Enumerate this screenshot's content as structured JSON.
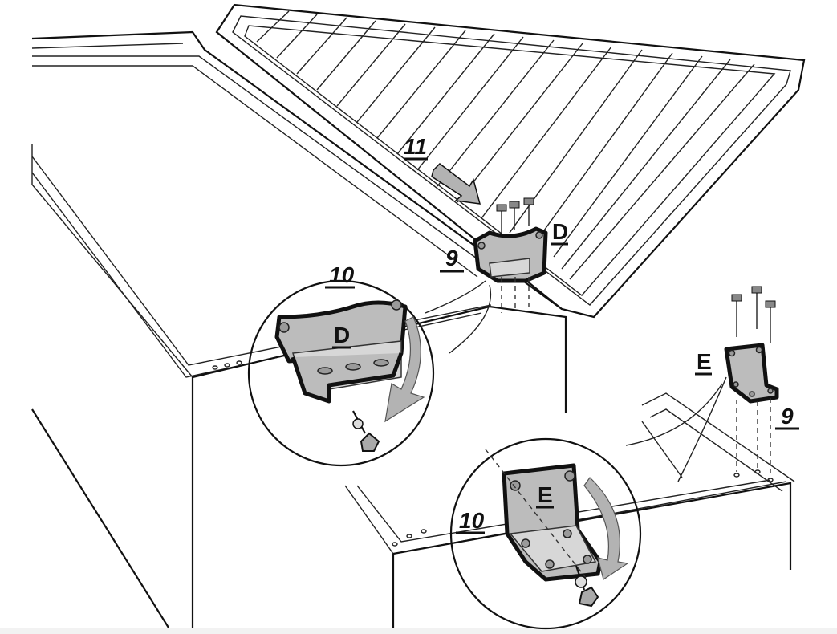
{
  "labels": {
    "step_11": "11",
    "step_9_top": "9",
    "step_9_right": "9",
    "step_10_left": "10",
    "step_10_right": "10",
    "part_d_main": "D",
    "part_d_detail": "D",
    "part_e_main": "E",
    "part_e_detail": "E"
  },
  "colors": {
    "line": "#111111",
    "bracket_fill": "#bcbcbc",
    "arrow_fill": "#b3b3b3",
    "background": "#ffffff"
  }
}
